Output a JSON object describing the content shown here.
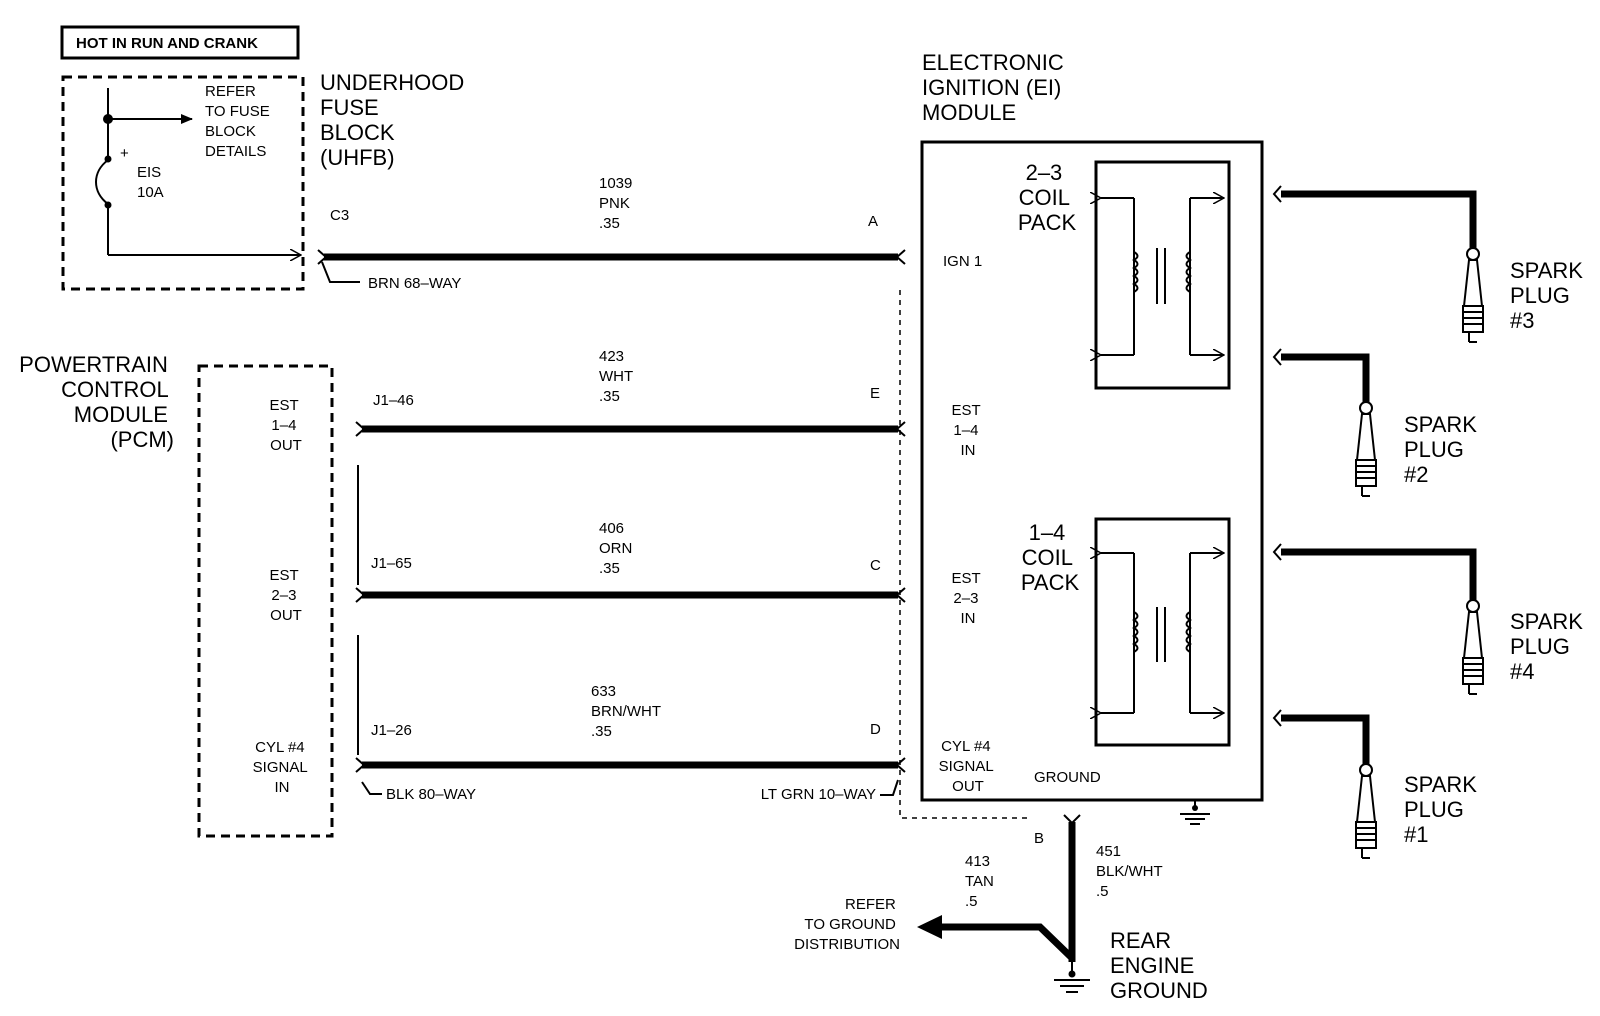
{
  "header": {
    "title": "HOT IN RUN AND CRANK"
  },
  "uhfb": {
    "name_lines": [
      "UNDERHOOD",
      "FUSE",
      "BLOCK",
      "(UHFB)"
    ],
    "refer_lines": [
      "REFER",
      "TO FUSE",
      "BLOCK",
      "DETAILS"
    ],
    "fuse_plus": "+",
    "fuse_lines": [
      "EIS",
      "10A"
    ],
    "connector": "C3",
    "connector_desc": "BRN 68–WAY"
  },
  "pcm": {
    "name_lines": [
      "POWERTRAIN",
      "CONTROL",
      "MODULE",
      "(PCM)"
    ],
    "pins": [
      {
        "label_lines": [
          "EST",
          "1–4",
          "OUT"
        ],
        "cavity": "J1–46"
      },
      {
        "label_lines": [
          "EST",
          "2–3",
          "OUT"
        ],
        "cavity": "J1–65"
      },
      {
        "label_lines": [
          "CYL #4",
          "SIGNAL",
          "IN"
        ],
        "cavity": "J1–26"
      }
    ],
    "connector_desc": "BLK 80–WAY"
  },
  "wires": [
    {
      "circuit": "1039",
      "color": "PNK",
      "size": ".35",
      "ei_pin": "A"
    },
    {
      "circuit": "423",
      "color": "WHT",
      "size": ".35",
      "ei_pin": "E"
    },
    {
      "circuit": "406",
      "color": "ORN",
      "size": ".35",
      "ei_pin": "C"
    },
    {
      "circuit": "633",
      "color": "BRN/WHT",
      "size": ".35",
      "ei_pin": "D"
    }
  ],
  "ei_module": {
    "name_lines": [
      "ELECTRONIC",
      "IGNITION (EI)",
      "MODULE"
    ],
    "pin_labels": {
      "ign1": [
        "IGN 1"
      ],
      "est14": [
        "EST",
        "1–4",
        "IN"
      ],
      "est23": [
        "EST",
        "2–3",
        "IN"
      ],
      "cyl4": [
        "CYL #4",
        "SIGNAL",
        "OUT"
      ],
      "ground": [
        "GROUND"
      ]
    },
    "coil_packs": [
      {
        "label_lines": [
          "2–3",
          "COIL",
          "PACK"
        ]
      },
      {
        "label_lines": [
          "1–4",
          "COIL",
          "PACK"
        ]
      }
    ],
    "connector_desc": "LT GRN 10–WAY",
    "ground_pin": "B"
  },
  "spark_plugs": [
    {
      "label_lines": [
        "SPARK",
        "PLUG",
        "#3"
      ]
    },
    {
      "label_lines": [
        "SPARK",
        "PLUG",
        "#2"
      ]
    },
    {
      "label_lines": [
        "SPARK",
        "PLUG",
        "#4"
      ]
    },
    {
      "label_lines": [
        "SPARK",
        "PLUG",
        "#1"
      ]
    }
  ],
  "ground_wires": {
    "w413": {
      "circuit": "413",
      "color": "TAN",
      "size": ".5"
    },
    "w451": {
      "circuit": "451",
      "color": "BLK/WHT",
      "size": ".5"
    },
    "refer_lines": [
      "REFER",
      "TO GROUND",
      "DISTRIBUTION"
    ],
    "rear_ground_lines": [
      "REAR",
      "ENGINE",
      "GROUND"
    ]
  }
}
